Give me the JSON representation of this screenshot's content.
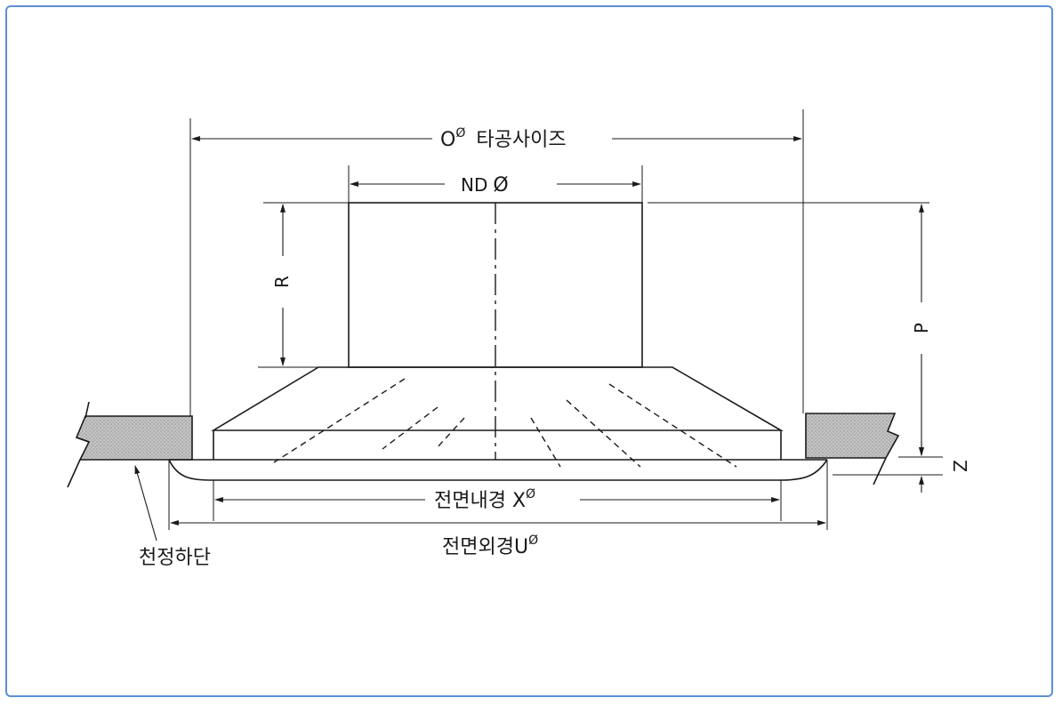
{
  "diagram": {
    "labels": {
      "hole_size": {
        "prefix": "O",
        "symbol": "Ø",
        "text": "타공사이즈"
      },
      "nd": {
        "text": "ND",
        "symbol": "Ø"
      },
      "r": "R",
      "p": "P",
      "z": "Z",
      "face_inner": {
        "text": "전면내경 X",
        "symbol": "Ø"
      },
      "face_outer": {
        "text": "전면외경U",
        "symbol": "Ø"
      },
      "ceiling_bottom": "천정하단"
    },
    "colors": {
      "frame_border": "#5b8fd6",
      "line": "#1a1a1a",
      "ceiling_fill": "#bdbdbd"
    }
  }
}
